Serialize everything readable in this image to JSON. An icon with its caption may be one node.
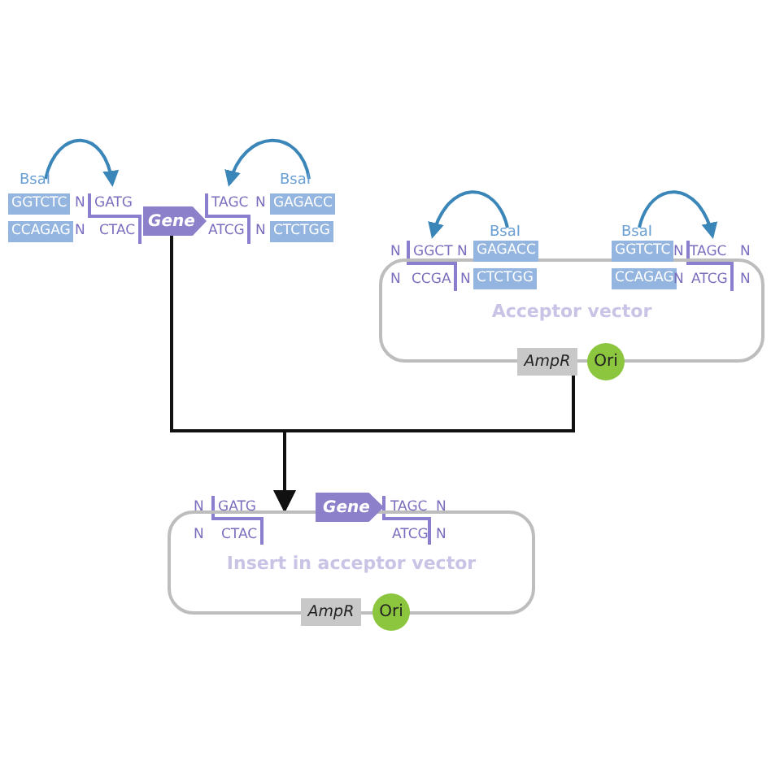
{
  "diagram": {
    "nodes": [
      {
        "text": [
          "Gene"
        ]
      },
      {
        "text": [
          "Acceptor vector"
        ]
      },
      {
        "text": [
          "AmpR"
        ]
      },
      {
        "text": [
          "Ori"
        ]
      },
      {
        "text": [
          "Insert in acceptor vector"
        ]
      },
      {
        "text": [
          "Gene"
        ]
      },
      {
        "text": [
          "AmpR"
        ]
      },
      {
        "text": [
          "Ori"
        ]
      }
    ],
    "edges": [
      {
        "from": 0,
        "to": 4,
        "arrow": "to"
      },
      {
        "from": 1,
        "to": 4,
        "arrow": "to"
      }
    ],
    "labels": [
      "BsaI",
      "BsaI",
      "GGTCTC",
      "N",
      "GATG",
      "TAGC",
      "N",
      "GAGACC",
      "CCAGAG",
      "N",
      "CTAC",
      "ATCG",
      "N",
      "CTCTGG",
      "BsaI",
      "BsaI",
      "N",
      "GGCT",
      "N",
      "GAGACC",
      "GGTCTC",
      "N",
      "TAGC",
      "N",
      "N",
      "CCGA",
      "N",
      "CTCTGG",
      "CCAGAG",
      "N",
      "ATCG",
      "N",
      "N",
      "GATG",
      "TAGC",
      "N",
      "N",
      "CTAC",
      "ATCG",
      "N"
    ]
  }
}
